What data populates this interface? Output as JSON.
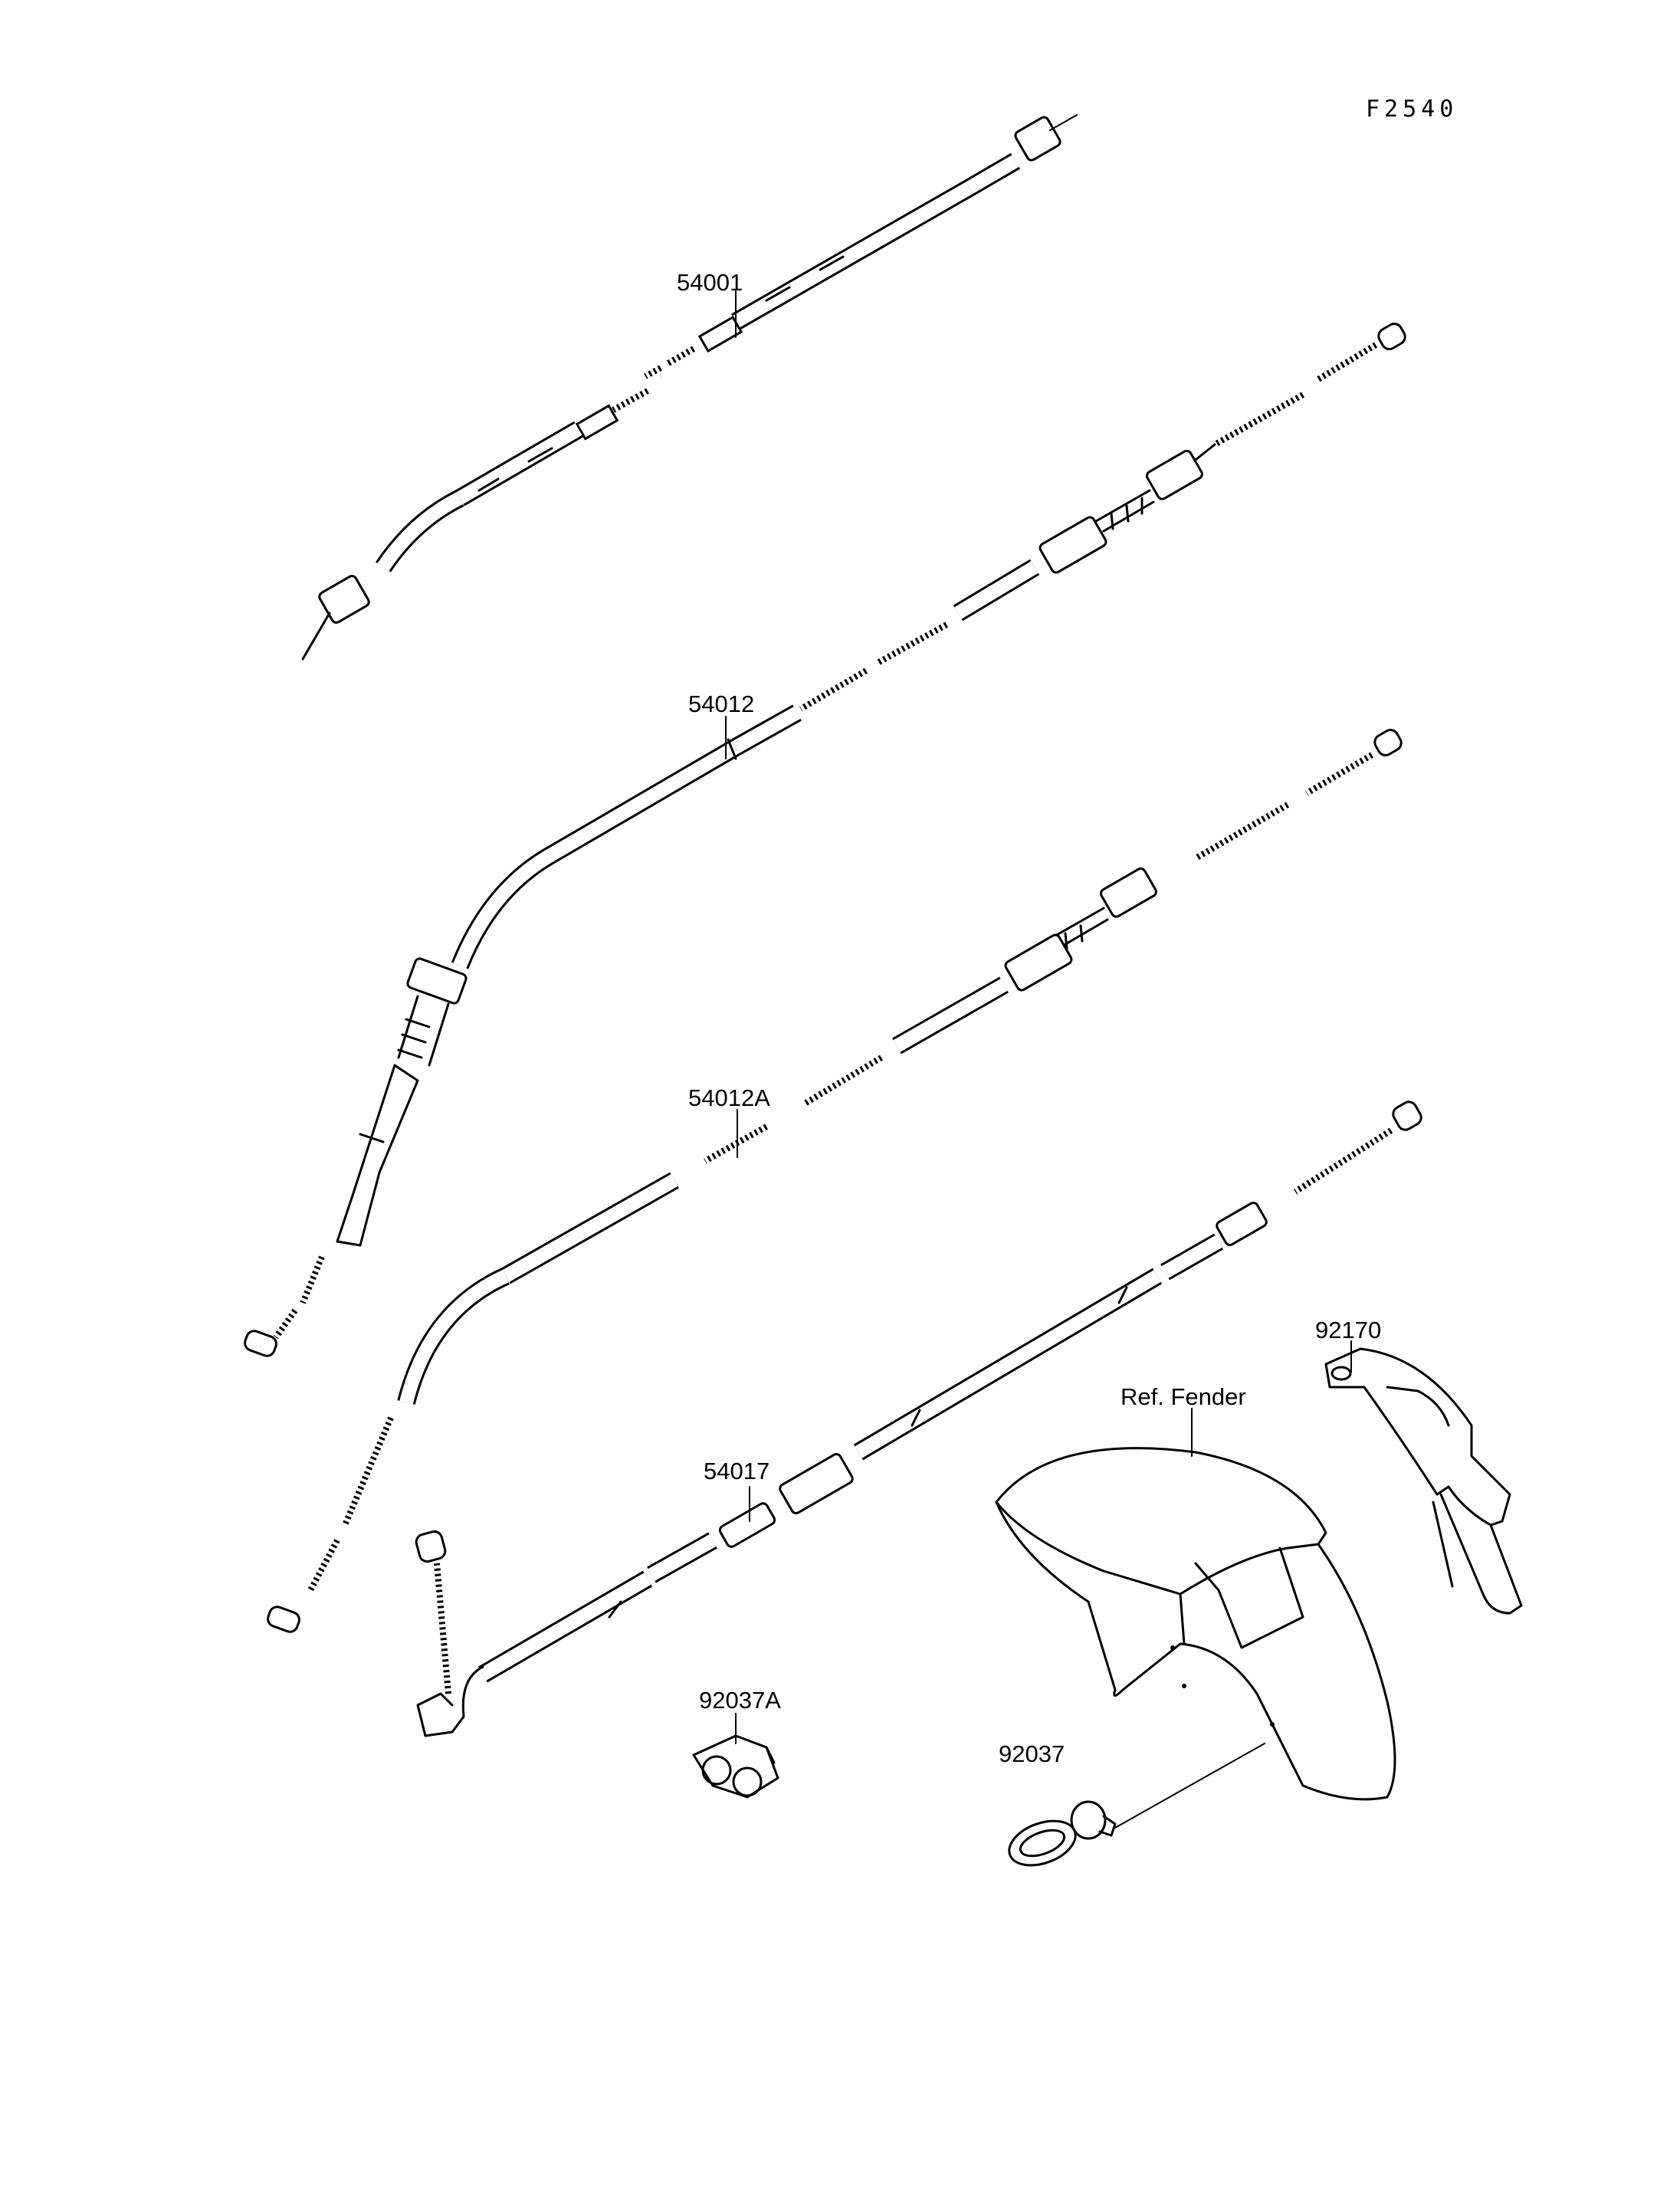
{
  "diagram": {
    "code": "F2540",
    "parts": [
      {
        "id": "speedometer-cable",
        "label": "54001"
      },
      {
        "id": "throttle-cable-open",
        "label": "54012"
      },
      {
        "id": "throttle-cable-close",
        "label": "54012A"
      },
      {
        "id": "clutch-cable",
        "label": "54017"
      },
      {
        "id": "bracket",
        "label": "92170"
      },
      {
        "id": "fender-ref",
        "label": "Ref. Fender"
      },
      {
        "id": "cable-clamp-double",
        "label": "92037A"
      },
      {
        "id": "cable-clamp",
        "label": "92037"
      }
    ]
  }
}
